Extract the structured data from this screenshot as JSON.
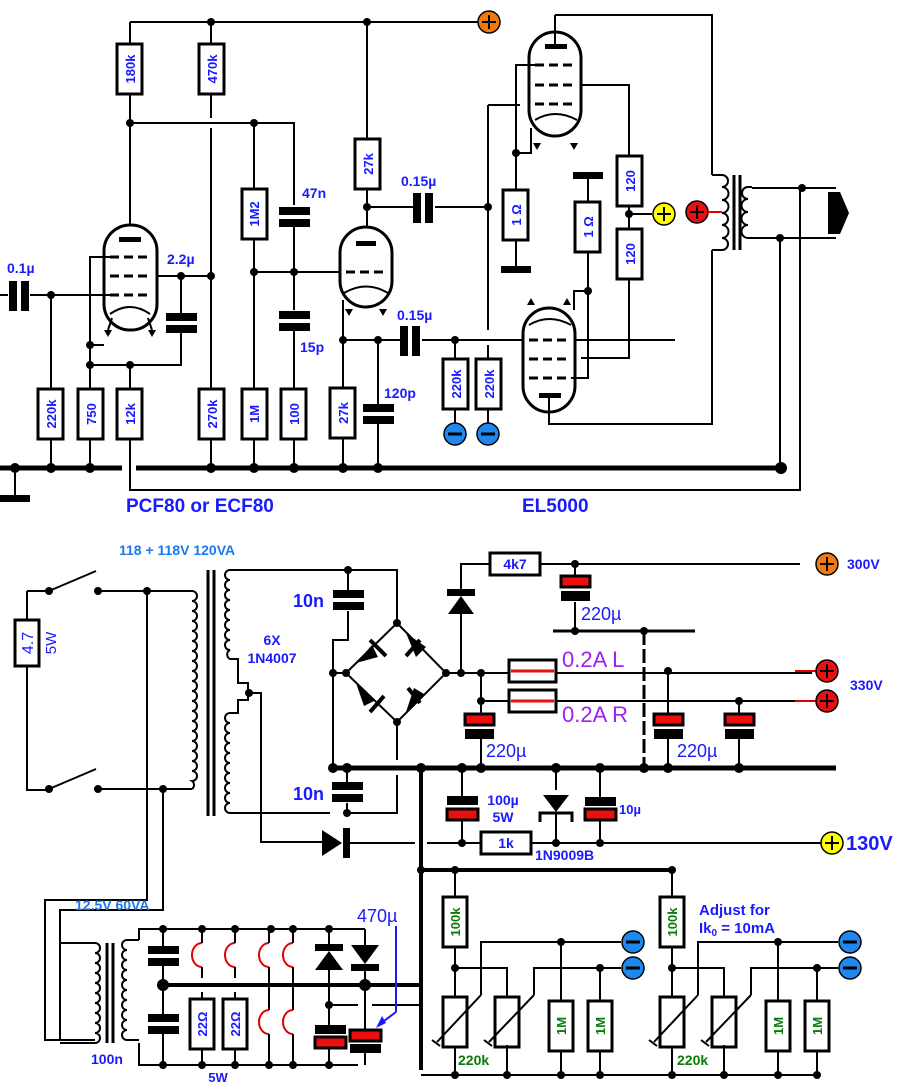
{
  "title_driver": "PCF80 or ECF80",
  "title_output": "EL5000",
  "amp": {
    "input_cap": "0.1µ",
    "r_grid": "220k",
    "r_cathode": "750",
    "r_fb": "12k",
    "r_plate1": "180k",
    "r_screen": "470k",
    "c_screen": "2.2µ",
    "r_270k": "270k",
    "r_1m2": "1M2",
    "r_1m": "1M",
    "c_47n": "47n",
    "c_15p": "15p",
    "r_100": "100",
    "r_plate2": "27k",
    "r_cath2": "27k",
    "c_120p": "120p",
    "c_couple_top": "0.15µ",
    "c_couple_bot": "0.15µ",
    "r_gbias1": "220k",
    "r_gbias2": "220k",
    "r_1ohm_a": "1 Ω",
    "r_1ohm_b": "1 Ω",
    "r_120_a": "120",
    "r_120_b": "120"
  },
  "psu": {
    "mains_tx_label": "118 + 118V 120VA",
    "inrush_r": "4.7",
    "inrush_w": "5W",
    "bridge_label_1": "6X",
    "bridge_label_2": "1N4007",
    "c_10n_top": "10n",
    "c_10n_bot": "10n",
    "r_4k7": "4k7",
    "c_220u_top": "220µ",
    "fuse_l": "0.2A L",
    "fuse_r": "0.2A R",
    "c_220u_mid": "220µ",
    "c_220u_right": "220µ",
    "v_300": "300V",
    "v_330": "330V",
    "c_100u": "100µ",
    "c_100u_w": "5W",
    "r_1k": "1k",
    "zener": "1N9009B",
    "c_10u": "10µ",
    "v_130": "130V",
    "heater_tx_label": "12.5V 60VA",
    "c_100n": "100n",
    "r_22_a": "22Ω",
    "r_22_b": "22Ω",
    "r_22_w": "5W",
    "c_470u": "470µ",
    "bias_r_100k_a": "100k",
    "bias_r_100k_b": "100k",
    "bias_pot_a": "220k",
    "bias_pot_b": "220k",
    "bias_1m": [
      "1M",
      "1M",
      "1M",
      "1M"
    ],
    "adjust_1": "Adjust for",
    "adjust_2a": "Ik",
    "adjust_2b": "0",
    "adjust_2c": " = 10mA"
  },
  "colors": {
    "label_blue": "#1a1aff",
    "label_lightblue": "#1c7ae6",
    "label_green": "#0a7a0a",
    "label_purple": "#a020f0",
    "terminal_orange": "#f07a10",
    "terminal_red": "#e81010",
    "terminal_yellow": "#ffff00",
    "terminal_blue": "#1e88ee"
  }
}
